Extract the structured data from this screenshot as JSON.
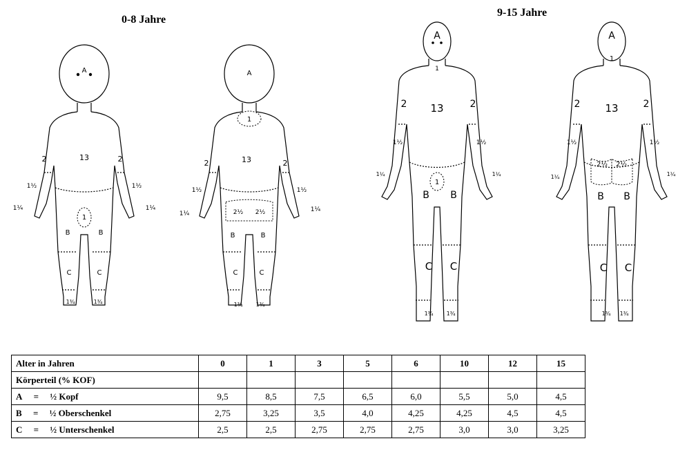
{
  "headings": {
    "young": "0-8 Jahre",
    "old": "9-15 Jahre"
  },
  "figure_labels": {
    "head": "A",
    "neck": "1",
    "trunk": "13",
    "upper_arm": "2",
    "forearm": "1½",
    "hand": "1¼",
    "genital": "1",
    "buttock": "2½",
    "thigh": "B",
    "lower_leg": "C",
    "foot": "1¾"
  },
  "table": {
    "header_label": "Alter in Jahren",
    "ages": [
      "0",
      "1",
      "3",
      "5",
      "6",
      "10",
      "12",
      "15"
    ],
    "subheader": "Körperteil (% KOF)",
    "rows": [
      {
        "letter": "A",
        "eq": "=",
        "part": "½ Kopf",
        "values": [
          "9,5",
          "8,5",
          "7,5",
          "6,5",
          "6,0",
          "5,5",
          "5,0",
          "4,5"
        ]
      },
      {
        "letter": "B",
        "eq": "=",
        "part": "½ Oberschenkel",
        "values": [
          "2,75",
          "3,25",
          "3,5",
          "4,0",
          "4,25",
          "4,25",
          "4,5",
          "4,5"
        ]
      },
      {
        "letter": "C",
        "eq": "=",
        "part": "½ Unterschenkel",
        "values": [
          "2,5",
          "2,5",
          "2,75",
          "2,75",
          "2,75",
          "3,0",
          "3,0",
          "3,25"
        ]
      }
    ]
  }
}
